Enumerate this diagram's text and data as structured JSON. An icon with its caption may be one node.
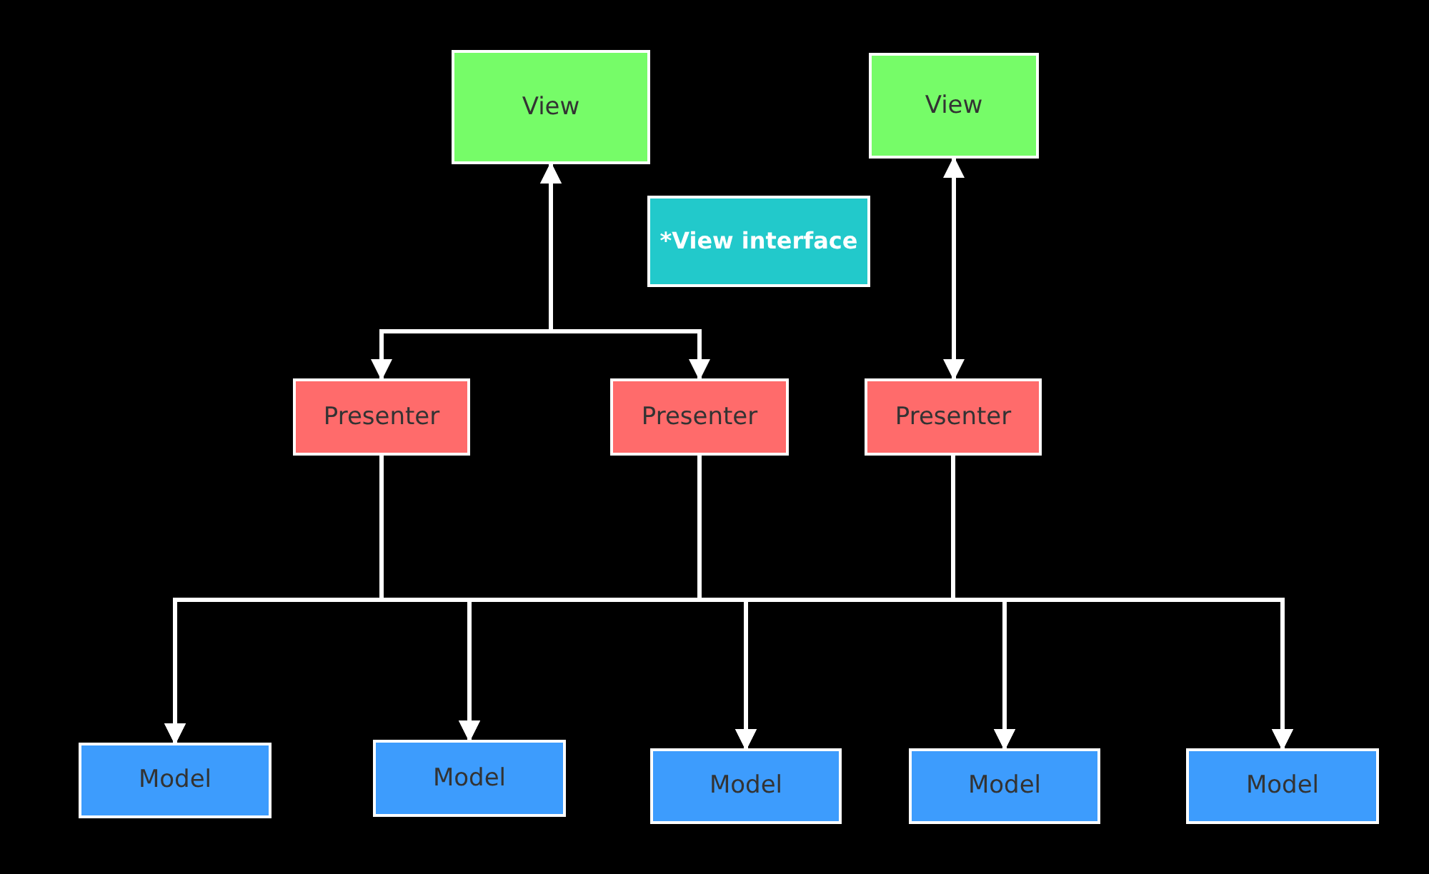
{
  "diagram": {
    "nodes": [
      {
        "text": [
          "View"
        ]
      },
      {
        "text": [
          "View"
        ]
      },
      {
        "text": [
          "*View interface"
        ]
      },
      {
        "text": [
          "Presenter"
        ]
      },
      {
        "text": [
          "Presenter"
        ]
      },
      {
        "text": [
          "Presenter"
        ]
      },
      {
        "text": [
          "Model"
        ]
      },
      {
        "text": [
          "Model"
        ]
      },
      {
        "text": [
          "Model"
        ]
      },
      {
        "text": [
          "Model"
        ]
      },
      {
        "text": [
          "Model"
        ]
      }
    ],
    "edges": [
      {
        "from": 0,
        "to": 3,
        "arrow": "both"
      },
      {
        "from": 0,
        "to": 4,
        "arrow": "both"
      },
      {
        "from": 1,
        "to": 5,
        "arrow": "both"
      },
      {
        "from": 3,
        "to": 6,
        "arrow": "to"
      },
      {
        "from": 3,
        "to": 7,
        "arrow": "to"
      },
      {
        "from": 3,
        "to": 8,
        "arrow": "to"
      },
      {
        "from": 3,
        "to": 9,
        "arrow": "to"
      },
      {
        "from": 3,
        "to": 10,
        "arrow": "to"
      },
      {
        "from": 4,
        "to": 6,
        "arrow": "to"
      },
      {
        "from": 4,
        "to": 7,
        "arrow": "to"
      },
      {
        "from": 4,
        "to": 8,
        "arrow": "to"
      },
      {
        "from": 4,
        "to": 9,
        "arrow": "to"
      },
      {
        "from": 4,
        "to": 10,
        "arrow": "to"
      },
      {
        "from": 5,
        "to": 6,
        "arrow": "to"
      },
      {
        "from": 5,
        "to": 7,
        "arrow": "to"
      },
      {
        "from": 5,
        "to": 8,
        "arrow": "to"
      },
      {
        "from": 5,
        "to": 9,
        "arrow": "to"
      },
      {
        "from": 5,
        "to": 10,
        "arrow": "to"
      }
    ]
  }
}
